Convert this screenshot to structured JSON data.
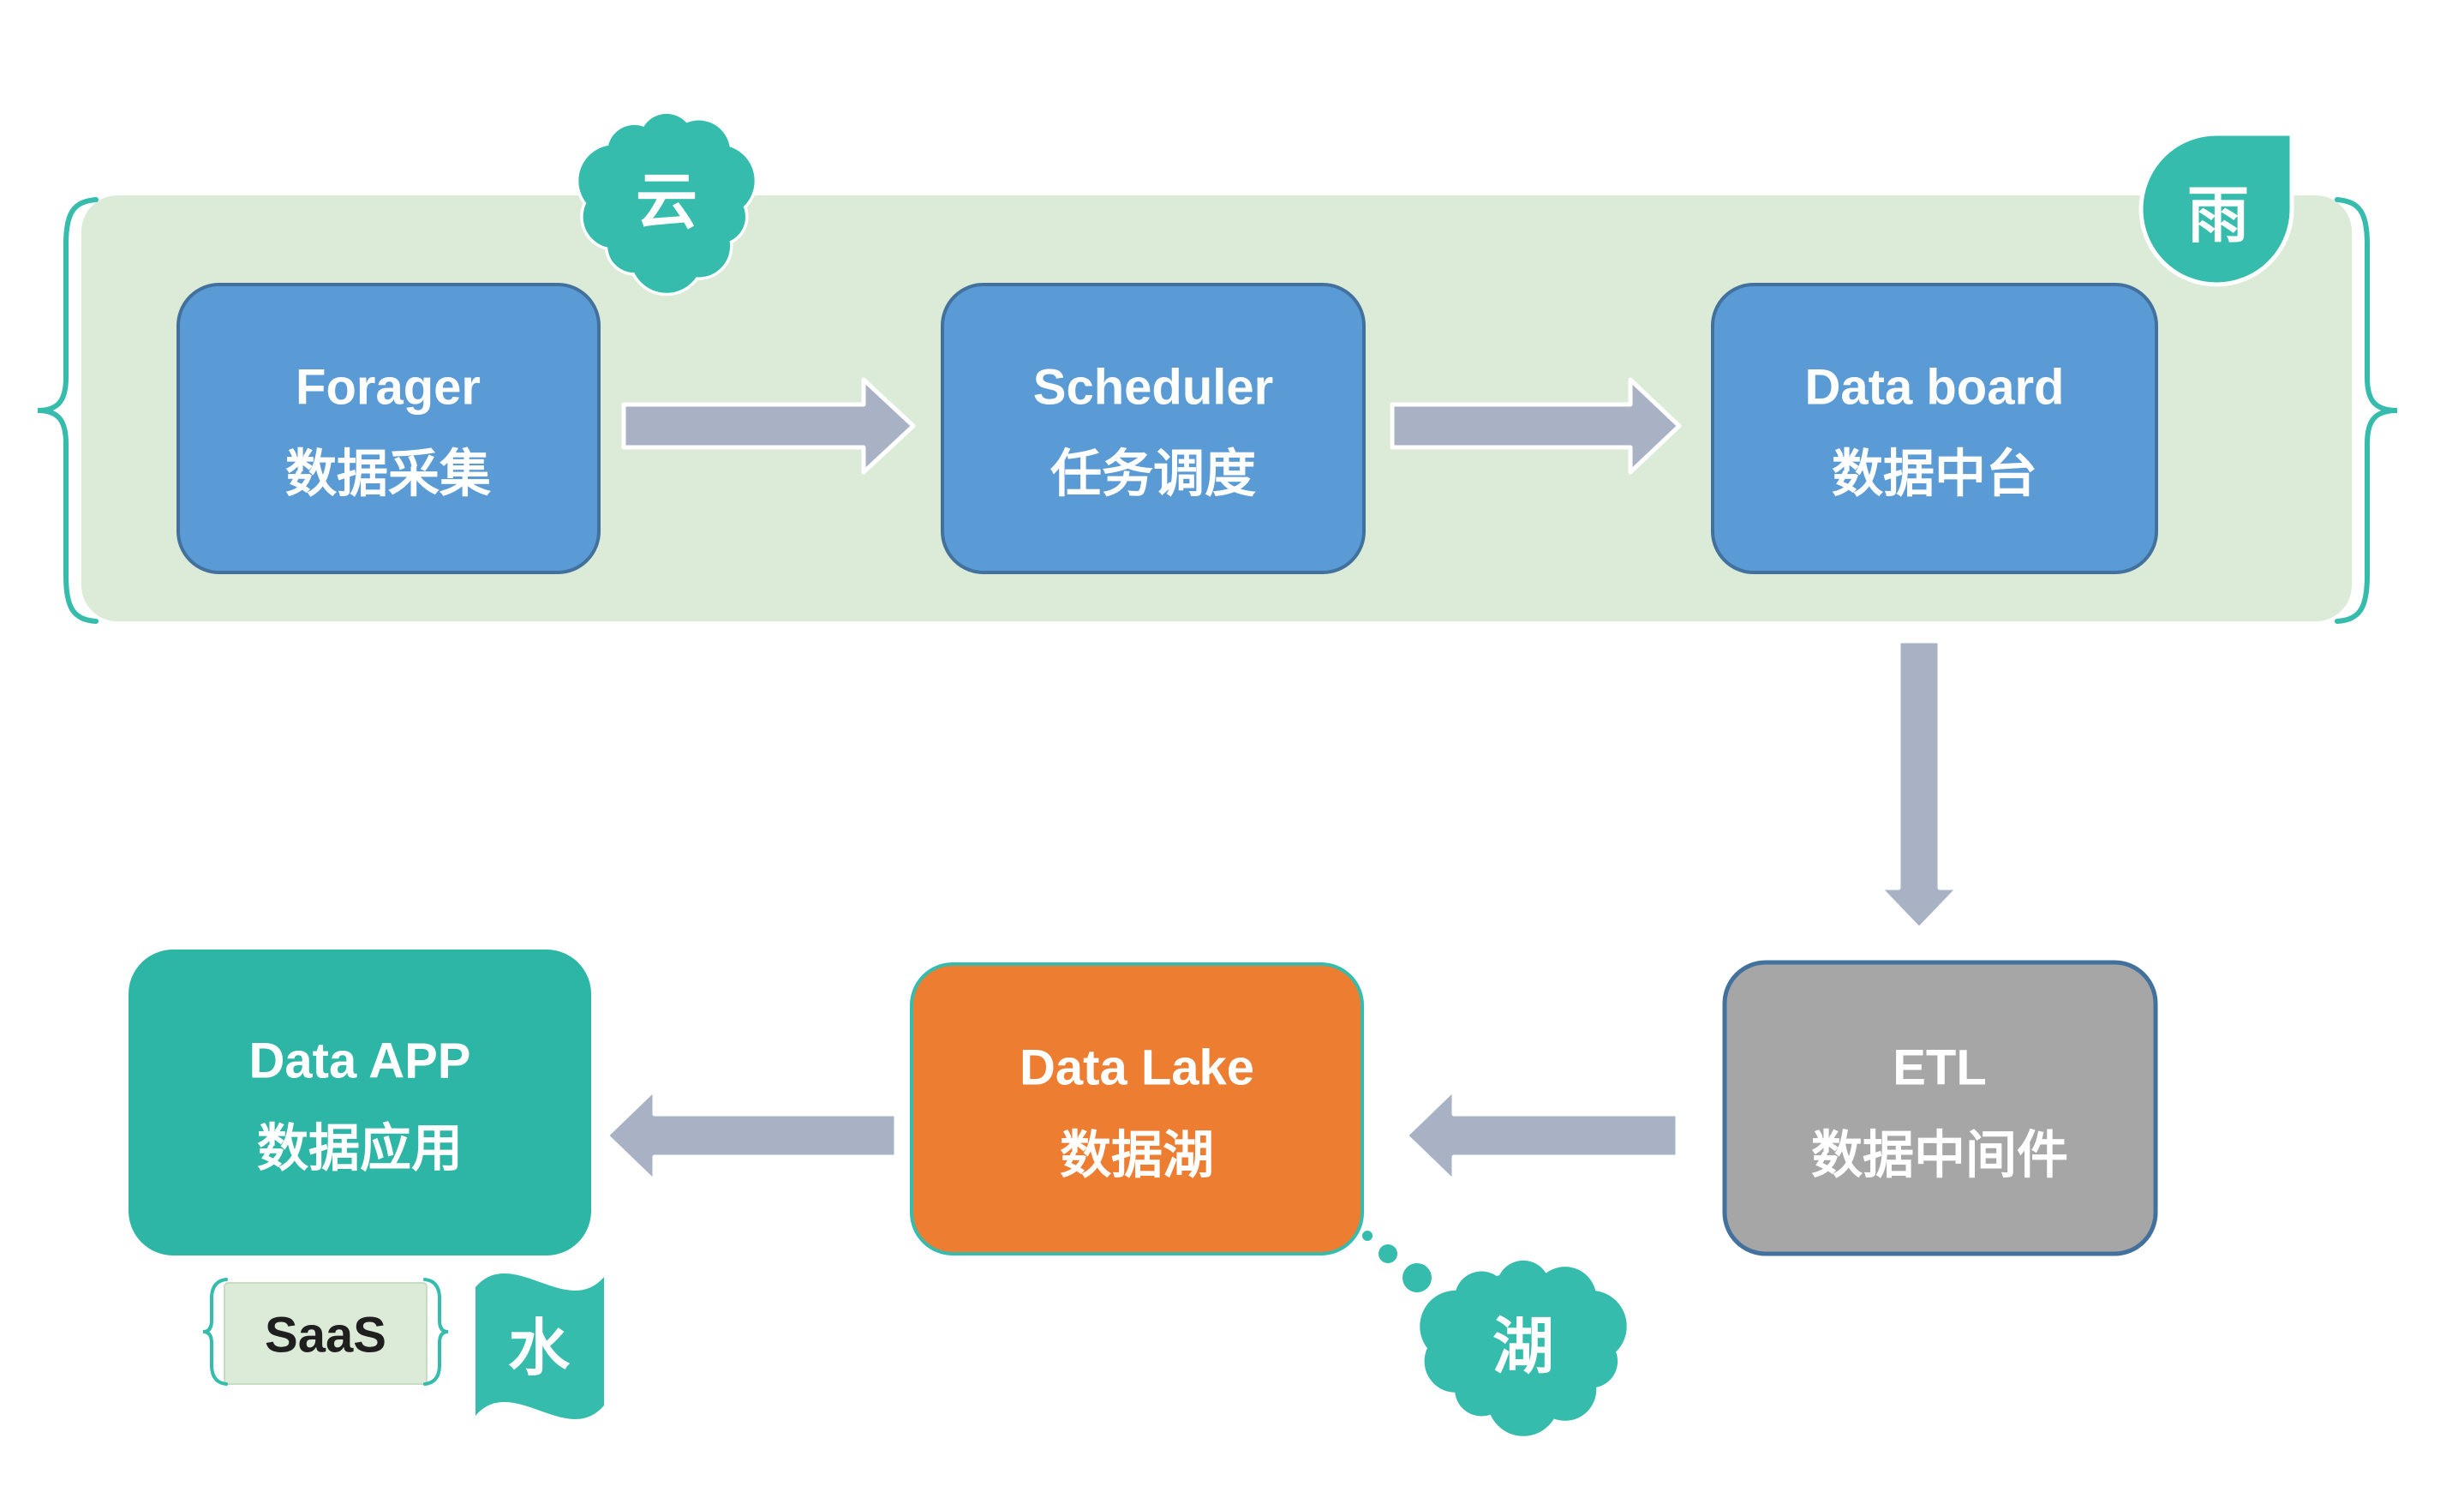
{
  "colors": {
    "teal": "#35bcac",
    "teal_fill": "#2db5a5",
    "blue": "#5b9bd5",
    "blue_border": "#41719c",
    "gray": "#a6a6a6",
    "orange": "#ed7d31",
    "arrow": "#a9b2c4",
    "container_green": "#dcead8",
    "white": "#ffffff",
    "saas_text": "#1f1f1f"
  },
  "pipeline": {
    "stages": [
      {
        "id": "forager",
        "label_en": "Forager",
        "label_zh": "数据采集"
      },
      {
        "id": "scheduler",
        "label_en": "Scheduler",
        "label_zh": "任务调度"
      },
      {
        "id": "databoard",
        "label_en": "Data board",
        "label_zh": "数据中台"
      }
    ]
  },
  "bottom": {
    "etl": {
      "label_en": "ETL",
      "label_zh": "数据中间件"
    },
    "datalake": {
      "label_en": "Data Lake",
      "label_zh": "数据湖"
    },
    "dataapp": {
      "label_en": "Data APP",
      "label_zh": "数据应用"
    }
  },
  "annotations": {
    "cloud": "云",
    "rain": "雨",
    "water": "水",
    "lake": "湖",
    "saas": "SaaS"
  }
}
